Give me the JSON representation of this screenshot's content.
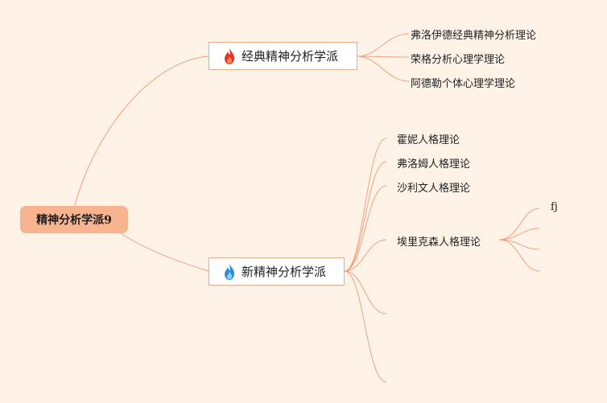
{
  "root": {
    "label": "精神分析学派9"
  },
  "branch_classic": {
    "label": "经典精神分析学派",
    "icon": "fire-red-icon",
    "icon_color": "#e8322a",
    "children": [
      "弗洛伊德经典精神分析理论",
      "荣格分析心理学理论",
      "阿德勒个体心理学理论"
    ]
  },
  "branch_new": {
    "label": "新精神分析学派",
    "icon": "fire-blue-icon",
    "icon_color": "#2a8fe0",
    "children": [
      "霍妮人格理论",
      "弗洛姆人格理论",
      "沙利文人格理论",
      "埃里克森人格理论"
    ],
    "erikson_children": [
      "fj"
    ]
  },
  "colors": {
    "line": "#f4a07f",
    "background": "#fff3e8",
    "root_fill": "#f8b48f"
  }
}
